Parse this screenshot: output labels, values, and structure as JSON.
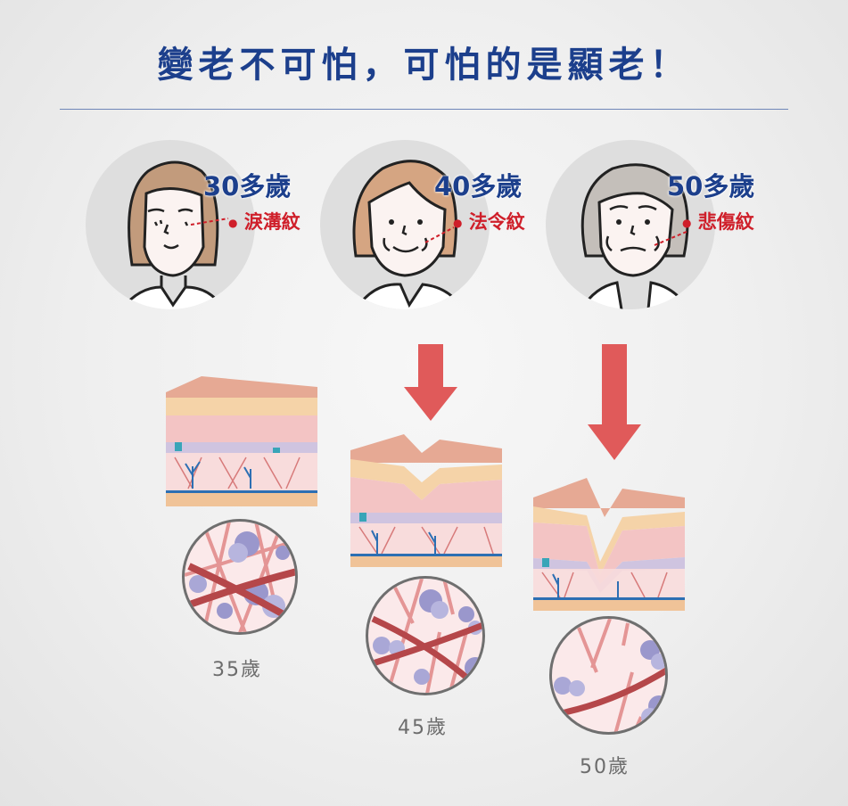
{
  "header": {
    "title": "變老不可怕，可怕的是顯老！"
  },
  "faces": [
    {
      "age": "30多歲",
      "wrinkle": "淚溝紋",
      "hair_color": "#c29b7c"
    },
    {
      "age": "40多歲",
      "wrinkle": "法令紋",
      "hair_color": "#d5a582"
    },
    {
      "age": "50多歲",
      "wrinkle": "悲傷紋",
      "hair_color": "#c4bfba"
    }
  ],
  "skin_samples": [
    {
      "age_label": "35歲"
    },
    {
      "age_label": "45歲"
    },
    {
      "age_label": "50歲"
    }
  ],
  "colors": {
    "title": "#1c3f8c",
    "wrinkle_label": "#cf1f2a",
    "arrow": "#e05a5a",
    "divider": "#6f86b8"
  },
  "icons": {
    "arrow": "down-arrow-icon"
  }
}
